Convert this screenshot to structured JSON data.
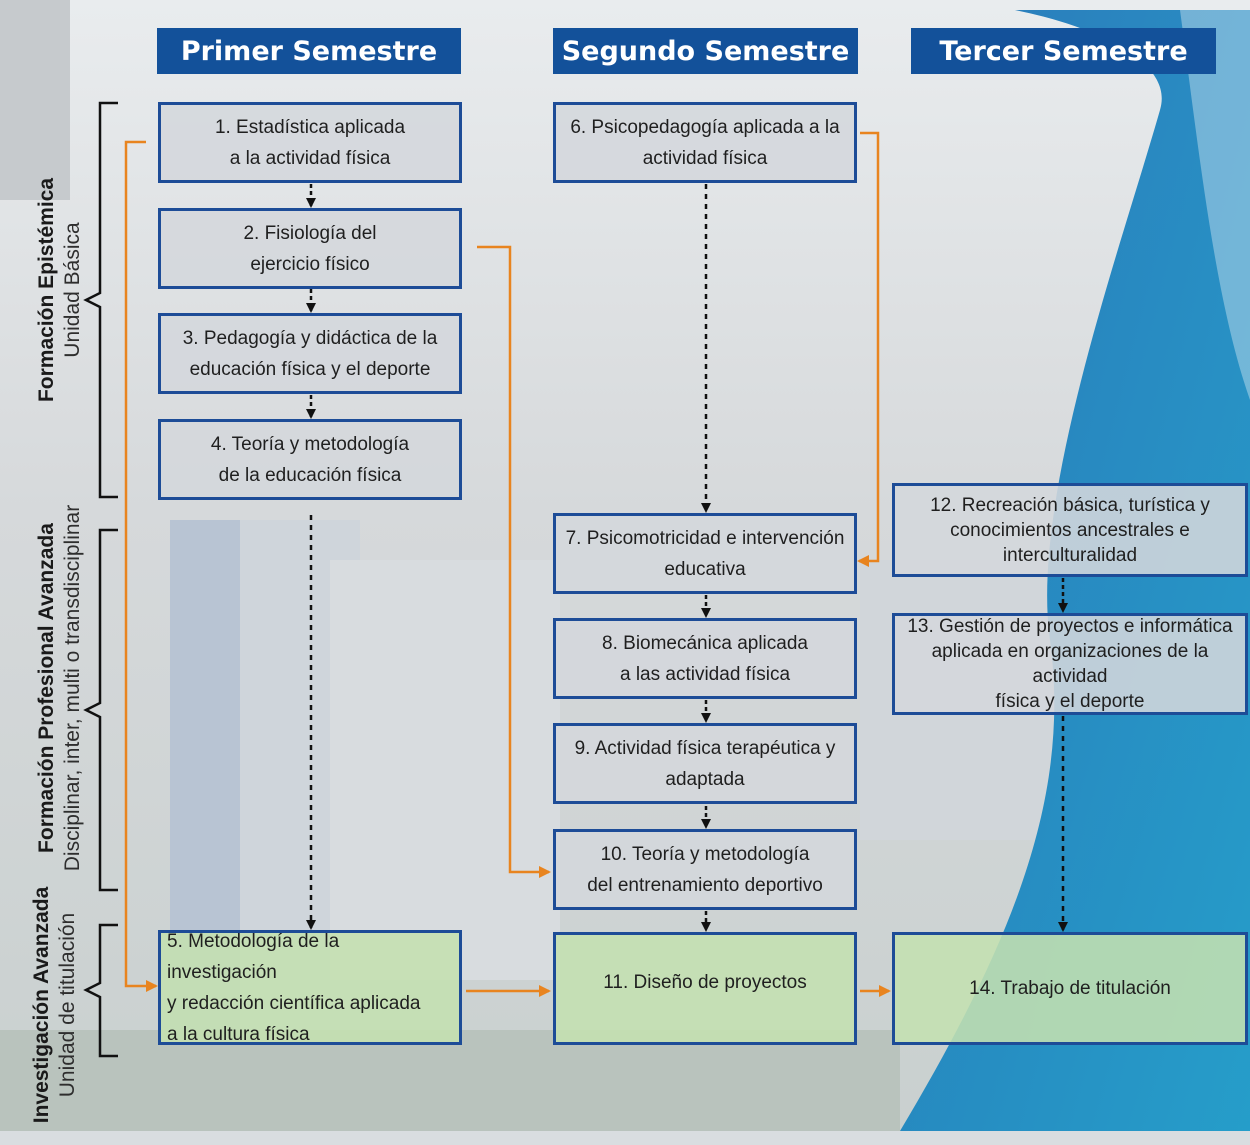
{
  "headers": {
    "semester1": "Primer Semestre",
    "semester2": "Segundo Semestre",
    "semester3": "Tercer Semestre"
  },
  "sections": {
    "epistemica": {
      "title": "Formación Epistémica",
      "subtitle": "Unidad Básica"
    },
    "profesional": {
      "title": "Formación Profesional Avanzada",
      "subtitle": "Disciplinar, inter, multi o transdisciplinar"
    },
    "investigacion": {
      "title": "Investigación Avanzada",
      "subtitle": "Unidad de titulación"
    }
  },
  "courses": {
    "c1": "1. Estadística aplicada\na la actividad física",
    "c2": "2. Fisiología del\nejercicio físico",
    "c3": "3. Pedagogía y didáctica de la\neducación física y el deporte",
    "c4": "4. Teoría y metodología\nde la educación física",
    "c5": "5. Metodología de la investigación\ny redacción científica aplicada\na la cultura física",
    "c6": "6. Psicopedagogía aplicada a la\nactividad física",
    "c7": "7. Psicomotricidad e intervención\neducativa",
    "c8": "8. Biomecánica aplicada\na las actividad física",
    "c9": "9. Actividad física terapéutica y\nadaptada",
    "c10": "10. Teoría y metodología\ndel entrenamiento deportivo",
    "c11": "11. Diseño de proyectos",
    "c12": "12. Recreación básica, turística y\nconocimientos ancestrales e\ninterculturalidad",
    "c13": "13. Gestión de proyectos e informática\naplicada en organizaciones de la actividad\nfísica y el deporte",
    "c14": "14. Trabajo de titulación"
  },
  "colors": {
    "header_blue": "#13519a",
    "box_border": "#1d4c97",
    "box_fill": "#d4d7dc",
    "green_fill": "#c4e0b0",
    "orange_arrow": "#e8841f",
    "black_arrow": "#111111"
  }
}
